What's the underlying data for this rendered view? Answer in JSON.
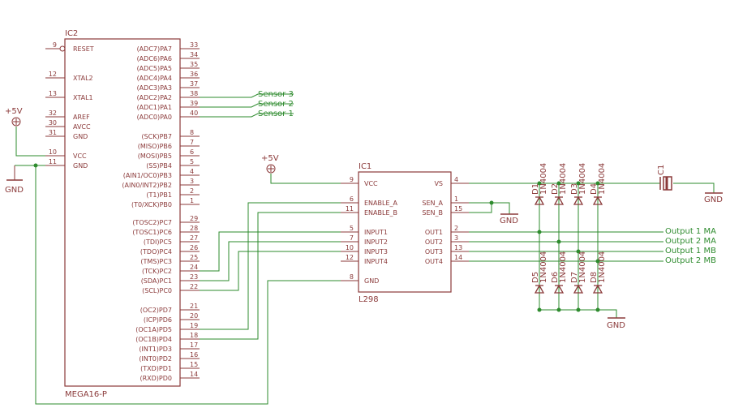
{
  "ic2": {
    "ref": "IC2",
    "part": "MEGA16-P",
    "left_pins": [
      {
        "num": "9",
        "name": "RESET"
      },
      {
        "num": "12",
        "name": "XTAL2"
      },
      {
        "num": "13",
        "name": "XTAL1"
      },
      {
        "num": "32",
        "name": "AREF"
      },
      {
        "num": "30",
        "name": "AVCC"
      },
      {
        "num": "31",
        "name": "GND"
      },
      {
        "num": "10",
        "name": "VCC"
      },
      {
        "num": "11",
        "name": "GND"
      }
    ],
    "right_pins": [
      {
        "num": "33",
        "name": "(ADC7)PA7"
      },
      {
        "num": "34",
        "name": "(ADC6)PA6"
      },
      {
        "num": "35",
        "name": "(ADC5)PA5"
      },
      {
        "num": "36",
        "name": "(ADC4)PA4"
      },
      {
        "num": "37",
        "name": "(ADC3)PA3"
      },
      {
        "num": "38",
        "name": "(ADC2)PA2"
      },
      {
        "num": "39",
        "name": "(ADC1)PA1"
      },
      {
        "num": "40",
        "name": "(ADC0)PA0"
      },
      {
        "num": "8",
        "name": "(SCK)PB7"
      },
      {
        "num": "7",
        "name": "(MISO)PB6"
      },
      {
        "num": "6",
        "name": "(MOSI)PB5"
      },
      {
        "num": "5",
        "name": "(SS)PB4"
      },
      {
        "num": "4",
        "name": "(AIN1/OC0)PB3"
      },
      {
        "num": "3",
        "name": "(AIN0/INT2)PB2"
      },
      {
        "num": "2",
        "name": "(T1)PB1"
      },
      {
        "num": "1",
        "name": "(T0/XCK)PB0"
      },
      {
        "num": "29",
        "name": "(TOSC2)PC7"
      },
      {
        "num": "28",
        "name": "(TOSC1)PC6"
      },
      {
        "num": "27",
        "name": "(TDI)PC5"
      },
      {
        "num": "26",
        "name": "(TDO)PC4"
      },
      {
        "num": "25",
        "name": "(TMS)PC3"
      },
      {
        "num": "24",
        "name": "(TCK)PC2"
      },
      {
        "num": "23",
        "name": "(SDA)PC1"
      },
      {
        "num": "22",
        "name": "(SCL)PC0"
      },
      {
        "num": "21",
        "name": "(OC2)PD7"
      },
      {
        "num": "20",
        "name": "(ICP)PD6"
      },
      {
        "num": "19",
        "name": "(OC1A)PD5"
      },
      {
        "num": "18",
        "name": "(OC1B)PD4"
      },
      {
        "num": "17",
        "name": "(INT1)PD3"
      },
      {
        "num": "16",
        "name": "(INT0)PD2"
      },
      {
        "num": "15",
        "name": "(TXD)PD1"
      },
      {
        "num": "14",
        "name": "(RXD)PD0"
      }
    ]
  },
  "ic1": {
    "ref": "IC1",
    "part": "L298",
    "left_pins": [
      {
        "num": "9",
        "name": "VCC"
      },
      {
        "num": "6",
        "name": "ENABLE_A"
      },
      {
        "num": "11",
        "name": "ENABLE_B"
      },
      {
        "num": "5",
        "name": "INPUT1"
      },
      {
        "num": "7",
        "name": "INPUT2"
      },
      {
        "num": "10",
        "name": "INPUT3"
      },
      {
        "num": "12",
        "name": "INPUT4"
      },
      {
        "num": "8",
        "name": "GND"
      }
    ],
    "right_pins": [
      {
        "num": "4",
        "name": "VS"
      },
      {
        "num": "1",
        "name": "SEN_A"
      },
      {
        "num": "15",
        "name": "SEN_B"
      },
      {
        "num": "2",
        "name": "OUT1"
      },
      {
        "num": "3",
        "name": "OUT2"
      },
      {
        "num": "13",
        "name": "OUT3"
      },
      {
        "num": "14",
        "name": "OUT4"
      }
    ]
  },
  "sensors": [
    "Sensor 3",
    "Sensor 2",
    "Sensor 1"
  ],
  "outputs": [
    "Output 1 MA",
    "Output 2 MA",
    "Output 1 MB",
    "Output 2 MB"
  ],
  "supply_labels": {
    "left": "+5V",
    "right": "+5V"
  },
  "gnd_label": "GND",
  "capacitor_ref": "C1",
  "diode_part": "1N4004",
  "diodes_top": [
    "D1",
    "D2",
    "D3",
    "D4"
  ],
  "diodes_bottom": [
    "D5",
    "D6",
    "D7",
    "D8"
  ],
  "colors": {
    "part": "#8b3a3a",
    "wire": "#2e8b2e"
  }
}
